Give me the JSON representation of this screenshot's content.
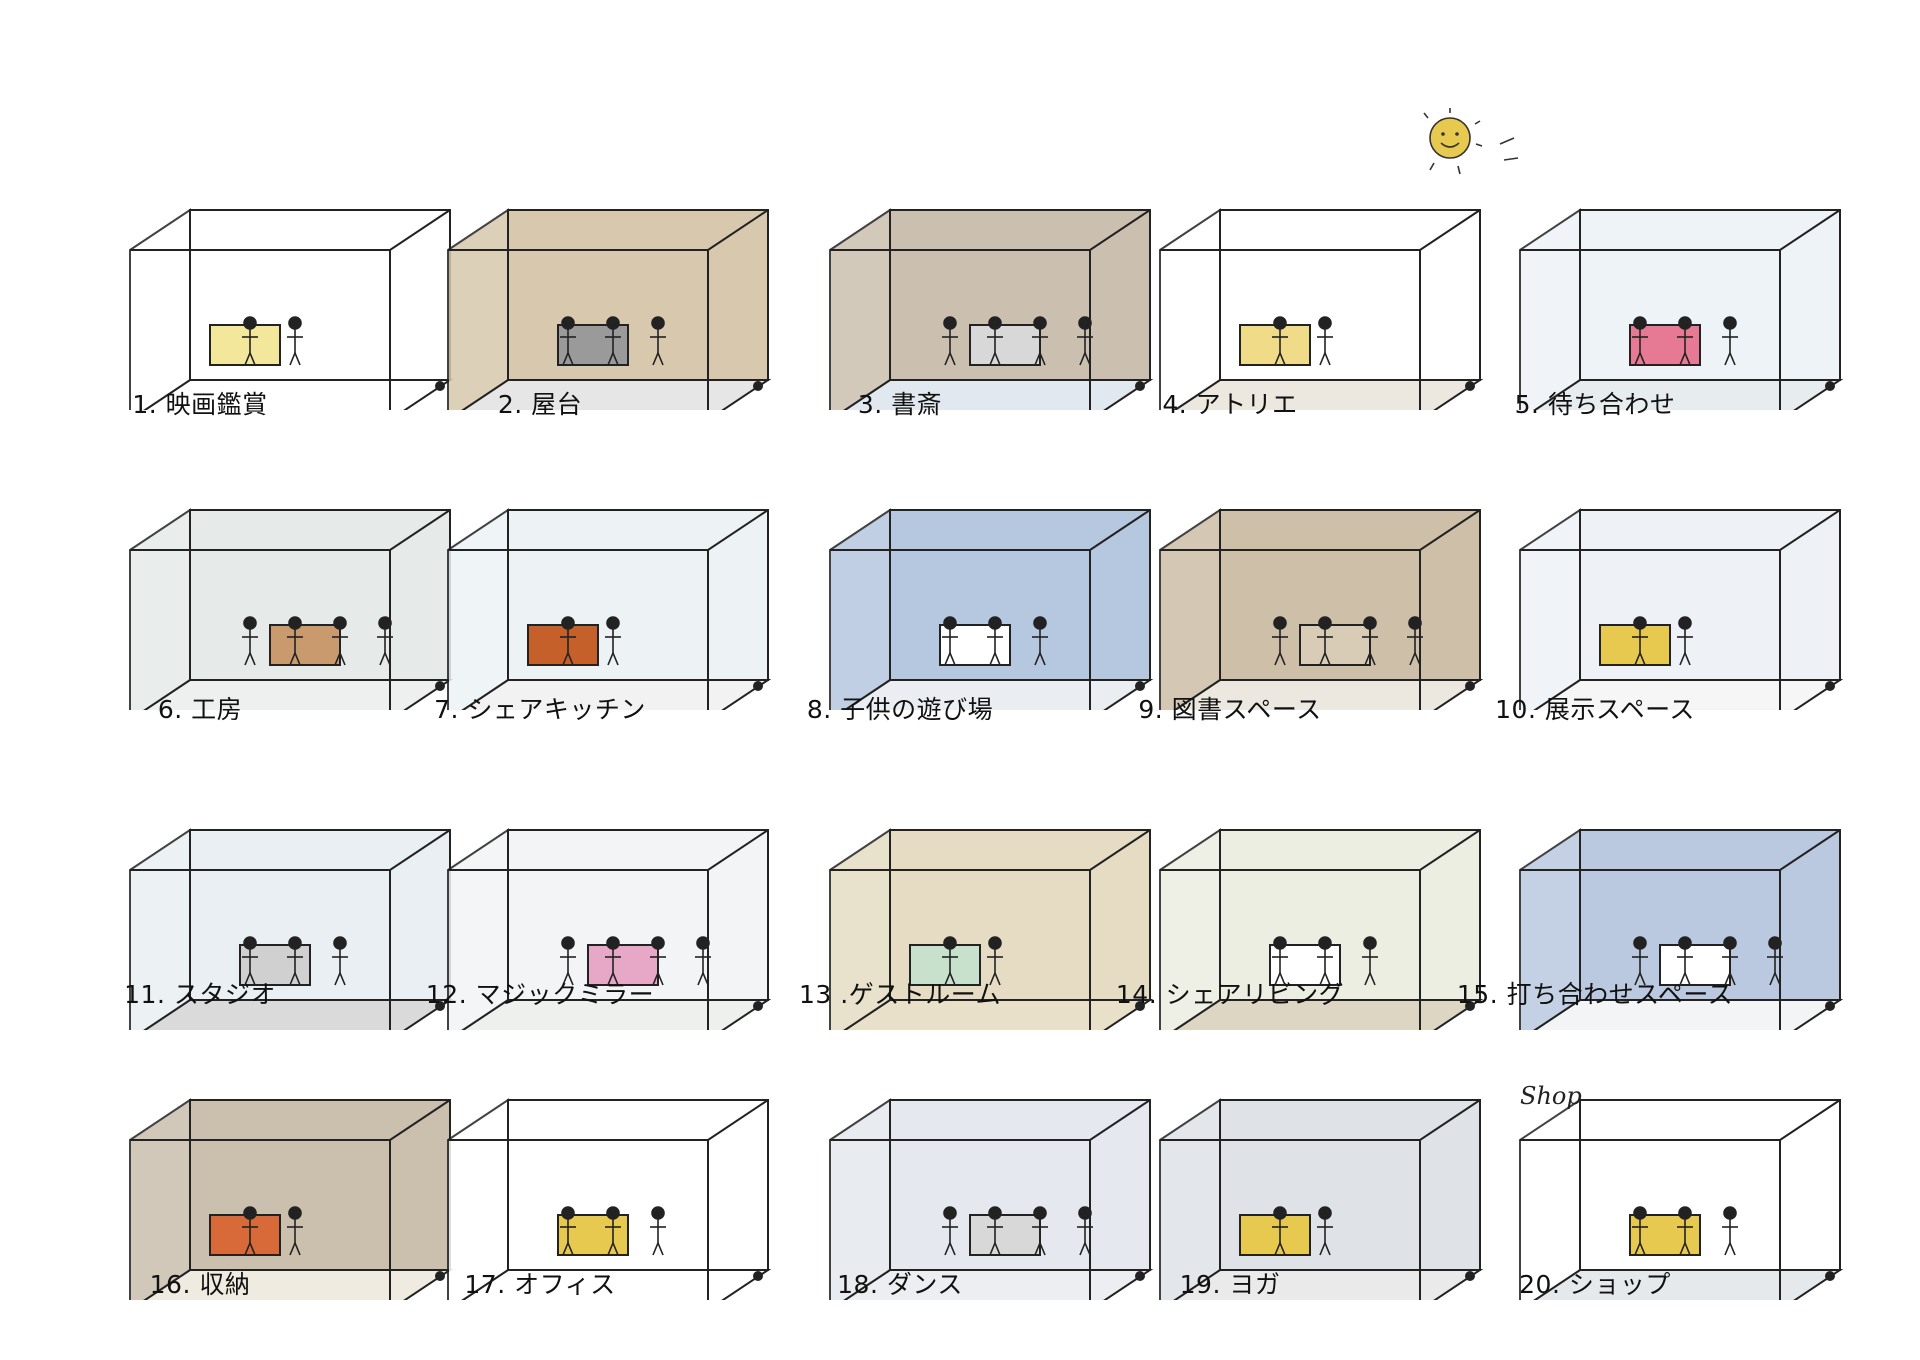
{
  "items": [
    {
      "label": "1. 映画鑑賞",
      "wall": "#ffffff",
      "floor": "#ffffff",
      "accent": "#f3e79b"
    },
    {
      "label": "2. 屋台",
      "wall": "#d8c8ad",
      "floor": "#e6e6e6",
      "accent": "#9a9a9a"
    },
    {
      "label": "3. 書斎",
      "wall": "#cbc0b0",
      "floor": "#e2e8ef",
      "accent": "#d8d8d8"
    },
    {
      "label": "4. アトリエ",
      "wall": "#ffffff",
      "floor": "#ece8df",
      "accent": "#f0dc88"
    },
    {
      "label": "5. 待ち合わせ",
      "wall": "#eef3f7",
      "floor": "#e7ecee",
      "accent": "#e67a94"
    },
    {
      "label": "6. 工房",
      "wall": "#e6ebe9",
      "floor": "#eef0f0",
      "accent": "#c89a6e"
    },
    {
      "label": "7. シェアキッチン",
      "wall": "#edf3f5",
      "floor": "#f2f2f2",
      "accent": "#c5602a"
    },
    {
      "label": "8. 子供の遊び場",
      "wall": "#b6c7e0",
      "floor": "#eaeef3",
      "accent": "#ffffff"
    },
    {
      "label": "9. 図書スペース",
      "wall": "#cdbfa8",
      "floor": "#ece8df",
      "accent": "#d8ccb6"
    },
    {
      "label": "10. 展示スペース",
      "wall": "#eef2f6",
      "floor": "#f6f6f6",
      "accent": "#e8c94f"
    },
    {
      "label": "11. スタジオ",
      "wall": "#e9eff3",
      "floor": "#dadada",
      "accent": "#d0d0d0"
    },
    {
      "label": "12. マジックミラー",
      "wall": "#f2f4f6",
      "floor": "#eef0ee",
      "accent": "#e6a8c6"
    },
    {
      "label": "13 .ゲストルーム",
      "wall": "#e5dcc3",
      "floor": "#e8e0c9",
      "accent": "#c7e1cd"
    },
    {
      "label": "14. シェアリビング",
      "wall": "#eceee2",
      "floor": "#ddd6c2",
      "accent": "#ffffff"
    },
    {
      "label": "15. 打ち合わせスペース",
      "wall": "#bac9e0",
      "floor": "#f2f4f6",
      "accent": "#ffffff"
    },
    {
      "label": "16. 収納",
      "wall": "#cbbfae",
      "floor": "#f0ebe1",
      "accent": "#d86a3a"
    },
    {
      "label": "17. オフィス",
      "wall": "#ffffff",
      "floor": "#ffffff",
      "accent": "#e8c94f"
    },
    {
      "label": "18. ダンス",
      "wall": "#e5e8ee",
      "floor": "#eceef1",
      "accent": "#d8d8d8"
    },
    {
      "label": "19. ヨガ",
      "wall": "#dfe3e8",
      "floor": "#eaeaea",
      "accent": "#e8c94f"
    },
    {
      "label": "20. ショップ",
      "wall": "#ffffff",
      "floor": "#e5e9ec",
      "accent": "#e8c94f"
    }
  ],
  "decor": {
    "shop_word": "Shop",
    "sun_color": "#e8c94f"
  }
}
